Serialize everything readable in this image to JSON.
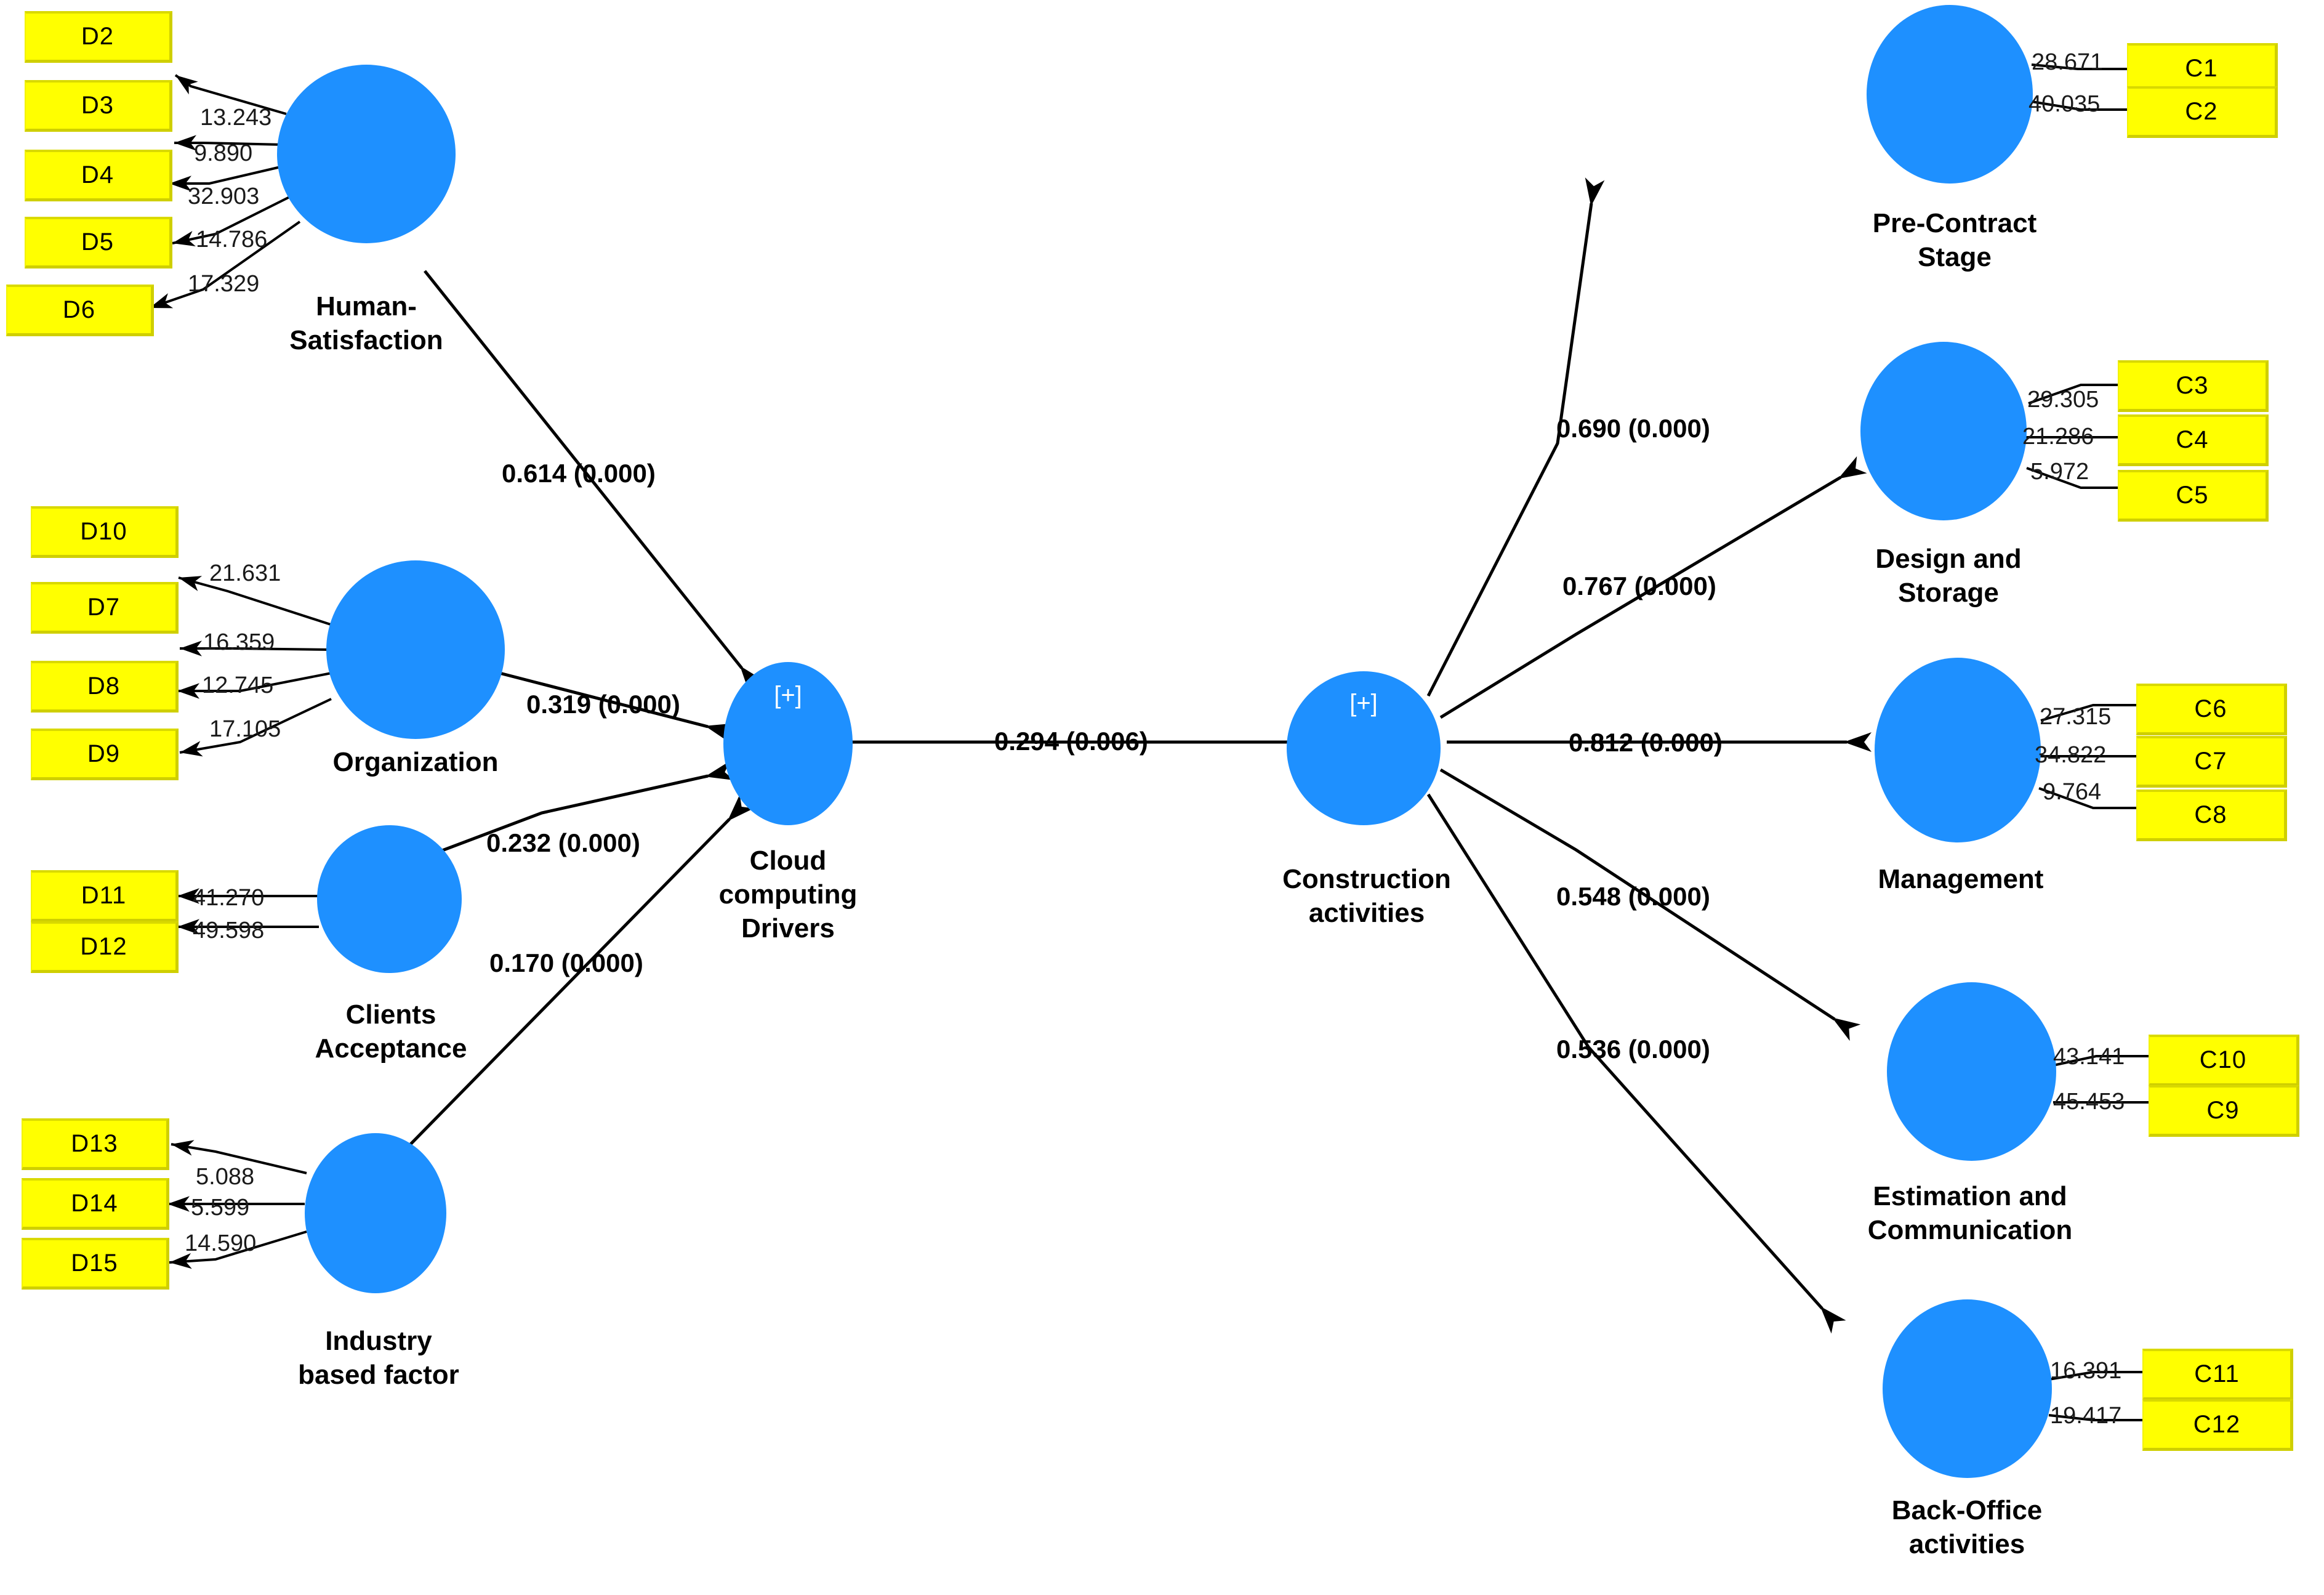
{
  "diagram": {
    "title": "PLS-SEM path model: Cloud computing Drivers and Construction activities",
    "colors": {
      "construct_fill": "#1e90ff",
      "indicator_fill": "#ffff00",
      "line": "#000000",
      "plus_marker": "#ffffff"
    },
    "plus_marker": "[+]"
  },
  "chart_data": {
    "type": "diagram",
    "title": "Structural Equation Model - Cloud computing Drivers to Construction activities",
    "nodes": {
      "exogenous_constructs": [
        {
          "id": "human_satisfaction",
          "label": "Human-\nSatisfaction"
        },
        {
          "id": "organization",
          "label": "Organization"
        },
        {
          "id": "clients_acceptance",
          "label": "Clients\nAcceptance"
        },
        {
          "id": "industry_based_factor",
          "label": "Industry\nbased factor"
        }
      ],
      "mediator_constructs": [
        {
          "id": "cloud_computing_drivers",
          "label": "Cloud\ncomputing\nDrivers",
          "marker": "[+]"
        },
        {
          "id": "construction_activities",
          "label": "Construction\nactivities",
          "marker": "[+]"
        }
      ],
      "endogenous_constructs": [
        {
          "id": "pre_contract_stage",
          "label": "Pre-Contract\nStage"
        },
        {
          "id": "design_and_storage",
          "label": "Design and\nStorage"
        },
        {
          "id": "management",
          "label": "Management"
        },
        {
          "id": "estimation_and_communication",
          "label": "Estimation and\nCommunication"
        },
        {
          "id": "back_office_activities",
          "label": "Back-Office\nactivities"
        }
      ]
    },
    "measurement_model": [
      {
        "construct": "Human-Satisfaction",
        "indicator": "D2",
        "t_value": "13.243"
      },
      {
        "construct": "Human-Satisfaction",
        "indicator": "D3",
        "t_value": "9.890"
      },
      {
        "construct": "Human-Satisfaction",
        "indicator": "D4",
        "t_value": "32.903"
      },
      {
        "construct": "Human-Satisfaction",
        "indicator": "D5",
        "t_value": "14.786"
      },
      {
        "construct": "Human-Satisfaction",
        "indicator": "D6",
        "t_value": "17.329"
      },
      {
        "construct": "Organization",
        "indicator": "D10",
        "t_value": "21.631"
      },
      {
        "construct": "Organization",
        "indicator": "D7",
        "t_value": "16.359"
      },
      {
        "construct": "Organization",
        "indicator": "D8",
        "t_value": "12.745"
      },
      {
        "construct": "Organization",
        "indicator": "D9",
        "t_value": "17.105"
      },
      {
        "construct": "Clients Acceptance",
        "indicator": "D11",
        "t_value": "41.270"
      },
      {
        "construct": "Clients Acceptance",
        "indicator": "D12",
        "t_value": "49.598"
      },
      {
        "construct": "Industry based factor",
        "indicator": "D13",
        "t_value": "5.088"
      },
      {
        "construct": "Industry based factor",
        "indicator": "D14",
        "t_value": "5.599"
      },
      {
        "construct": "Industry based factor",
        "indicator": "D15",
        "t_value": "14.590"
      },
      {
        "construct": "Pre-Contract Stage",
        "indicator": "C1",
        "t_value": "28.671"
      },
      {
        "construct": "Pre-Contract Stage",
        "indicator": "C2",
        "t_value": "40.035"
      },
      {
        "construct": "Design and Storage",
        "indicator": "C3",
        "t_value": "29.305"
      },
      {
        "construct": "Design and Storage",
        "indicator": "C4",
        "t_value": "21.286"
      },
      {
        "construct": "Design and Storage",
        "indicator": "C5",
        "t_value": "5.972"
      },
      {
        "construct": "Management",
        "indicator": "C6",
        "t_value": "27.315"
      },
      {
        "construct": "Management",
        "indicator": "C7",
        "t_value": "34.822"
      },
      {
        "construct": "Management",
        "indicator": "C8",
        "t_value": "9.764"
      },
      {
        "construct": "Estimation and Communication",
        "indicator": "C10",
        "t_value": "43.141"
      },
      {
        "construct": "Estimation and Communication",
        "indicator": "C9",
        "t_value": "45.453"
      },
      {
        "construct": "Back-Office activities",
        "indicator": "C11",
        "t_value": "16.391"
      },
      {
        "construct": "Back-Office activities",
        "indicator": "C12",
        "t_value": "19.417"
      }
    ],
    "structural_model": [
      {
        "from": "Human-Satisfaction",
        "to": "Cloud computing Drivers",
        "coefficient": 0.614,
        "p_value": 0.0,
        "label": "0.614 (0.000)"
      },
      {
        "from": "Organization",
        "to": "Cloud computing Drivers",
        "coefficient": 0.319,
        "p_value": 0.0,
        "label": "0.319 (0.000)"
      },
      {
        "from": "Clients Acceptance",
        "to": "Cloud computing Drivers",
        "coefficient": 0.232,
        "p_value": 0.0,
        "label": "0.232 (0.000)"
      },
      {
        "from": "Industry based factor",
        "to": "Cloud computing Drivers",
        "coefficient": 0.17,
        "p_value": 0.0,
        "label": "0.170 (0.000)"
      },
      {
        "from": "Cloud computing Drivers",
        "to": "Construction activities",
        "coefficient": 0.294,
        "p_value": 0.006,
        "label": "0.294 (0.006)"
      },
      {
        "from": "Construction activities",
        "to": "Pre-Contract Stage",
        "coefficient": 0.69,
        "p_value": 0.0,
        "label": "0.690 (0.000)"
      },
      {
        "from": "Construction activities",
        "to": "Design and Storage",
        "coefficient": 0.767,
        "p_value": 0.0,
        "label": "0.767 (0.000)"
      },
      {
        "from": "Construction activities",
        "to": "Management",
        "coefficient": 0.812,
        "p_value": 0.0,
        "label": "0.812 (0.000)"
      },
      {
        "from": "Construction activities",
        "to": "Estimation and Communication",
        "coefficient": 0.548,
        "p_value": 0.0,
        "label": "0.548 (0.000)"
      },
      {
        "from": "Construction activities",
        "to": "Back-Office activities",
        "coefficient": 0.536,
        "p_value": 0.0,
        "label": "0.536 (0.000)"
      }
    ]
  },
  "indicators": {
    "D2": "D2",
    "D3": "D3",
    "D4": "D4",
    "D5": "D5",
    "D6": "D6",
    "D10": "D10",
    "D7": "D7",
    "D8": "D8",
    "D9": "D9",
    "D11": "D11",
    "D12": "D12",
    "D13": "D13",
    "D14": "D14",
    "D15": "D15",
    "C1": "C1",
    "C2": "C2",
    "C3": "C3",
    "C4": "C4",
    "C5": "C5",
    "C6": "C6",
    "C7": "C7",
    "C8": "C8",
    "C10": "C10",
    "C9": "C9",
    "C11": "C11",
    "C12": "C12"
  },
  "constructs": {
    "human_satisfaction": "Human-\nSatisfaction",
    "organization": "Organization",
    "clients_acceptance": "Clients\nAcceptance",
    "industry_based_factor": "Industry\nbased factor",
    "cloud_computing_drivers": "Cloud\ncomputing\nDrivers",
    "construction_activities": "Construction\nactivities",
    "pre_contract_stage": "Pre-Contract\nStage",
    "design_and_storage": "Design and\nStorage",
    "management": "Management",
    "estimation_and_communication": "Estimation and\nCommunication",
    "back_office_activities": "Back-Office\nactivities"
  },
  "loadings": {
    "d2": "13.243",
    "d3": "9.890",
    "d4": "32.903",
    "d5": "14.786",
    "d6": "17.329",
    "d10": "21.631",
    "d7": "16.359",
    "d8": "12.745",
    "d9": "17.105",
    "d11": "41.270",
    "d12": "49.598",
    "d13": "5.088",
    "d14": "5.599",
    "d15": "14.590",
    "c1": "28.671",
    "c2": "40.035",
    "c3": "29.305",
    "c4": "21.286",
    "c5": "5.972",
    "c6": "27.315",
    "c7": "34.822",
    "c8": "9.764",
    "c10": "43.141",
    "c9": "45.453",
    "c11": "16.391",
    "c12": "19.417"
  },
  "paths": {
    "hs_to_ccd": "0.614 (0.000)",
    "org_to_ccd": "0.319 (0.000)",
    "ca_to_ccd": "0.232 (0.000)",
    "ibf_to_ccd": "0.170 (0.000)",
    "ccd_to_cact": "0.294 (0.006)",
    "cact_to_pcs": "0.690 (0.000)",
    "cact_to_ds": "0.767 (0.000)",
    "cact_to_mgmt": "0.812 (0.000)",
    "cact_to_ec": "0.548 (0.000)",
    "cact_to_boa": "0.536 (0.000)"
  },
  "markers": {
    "plus": "[+]"
  }
}
